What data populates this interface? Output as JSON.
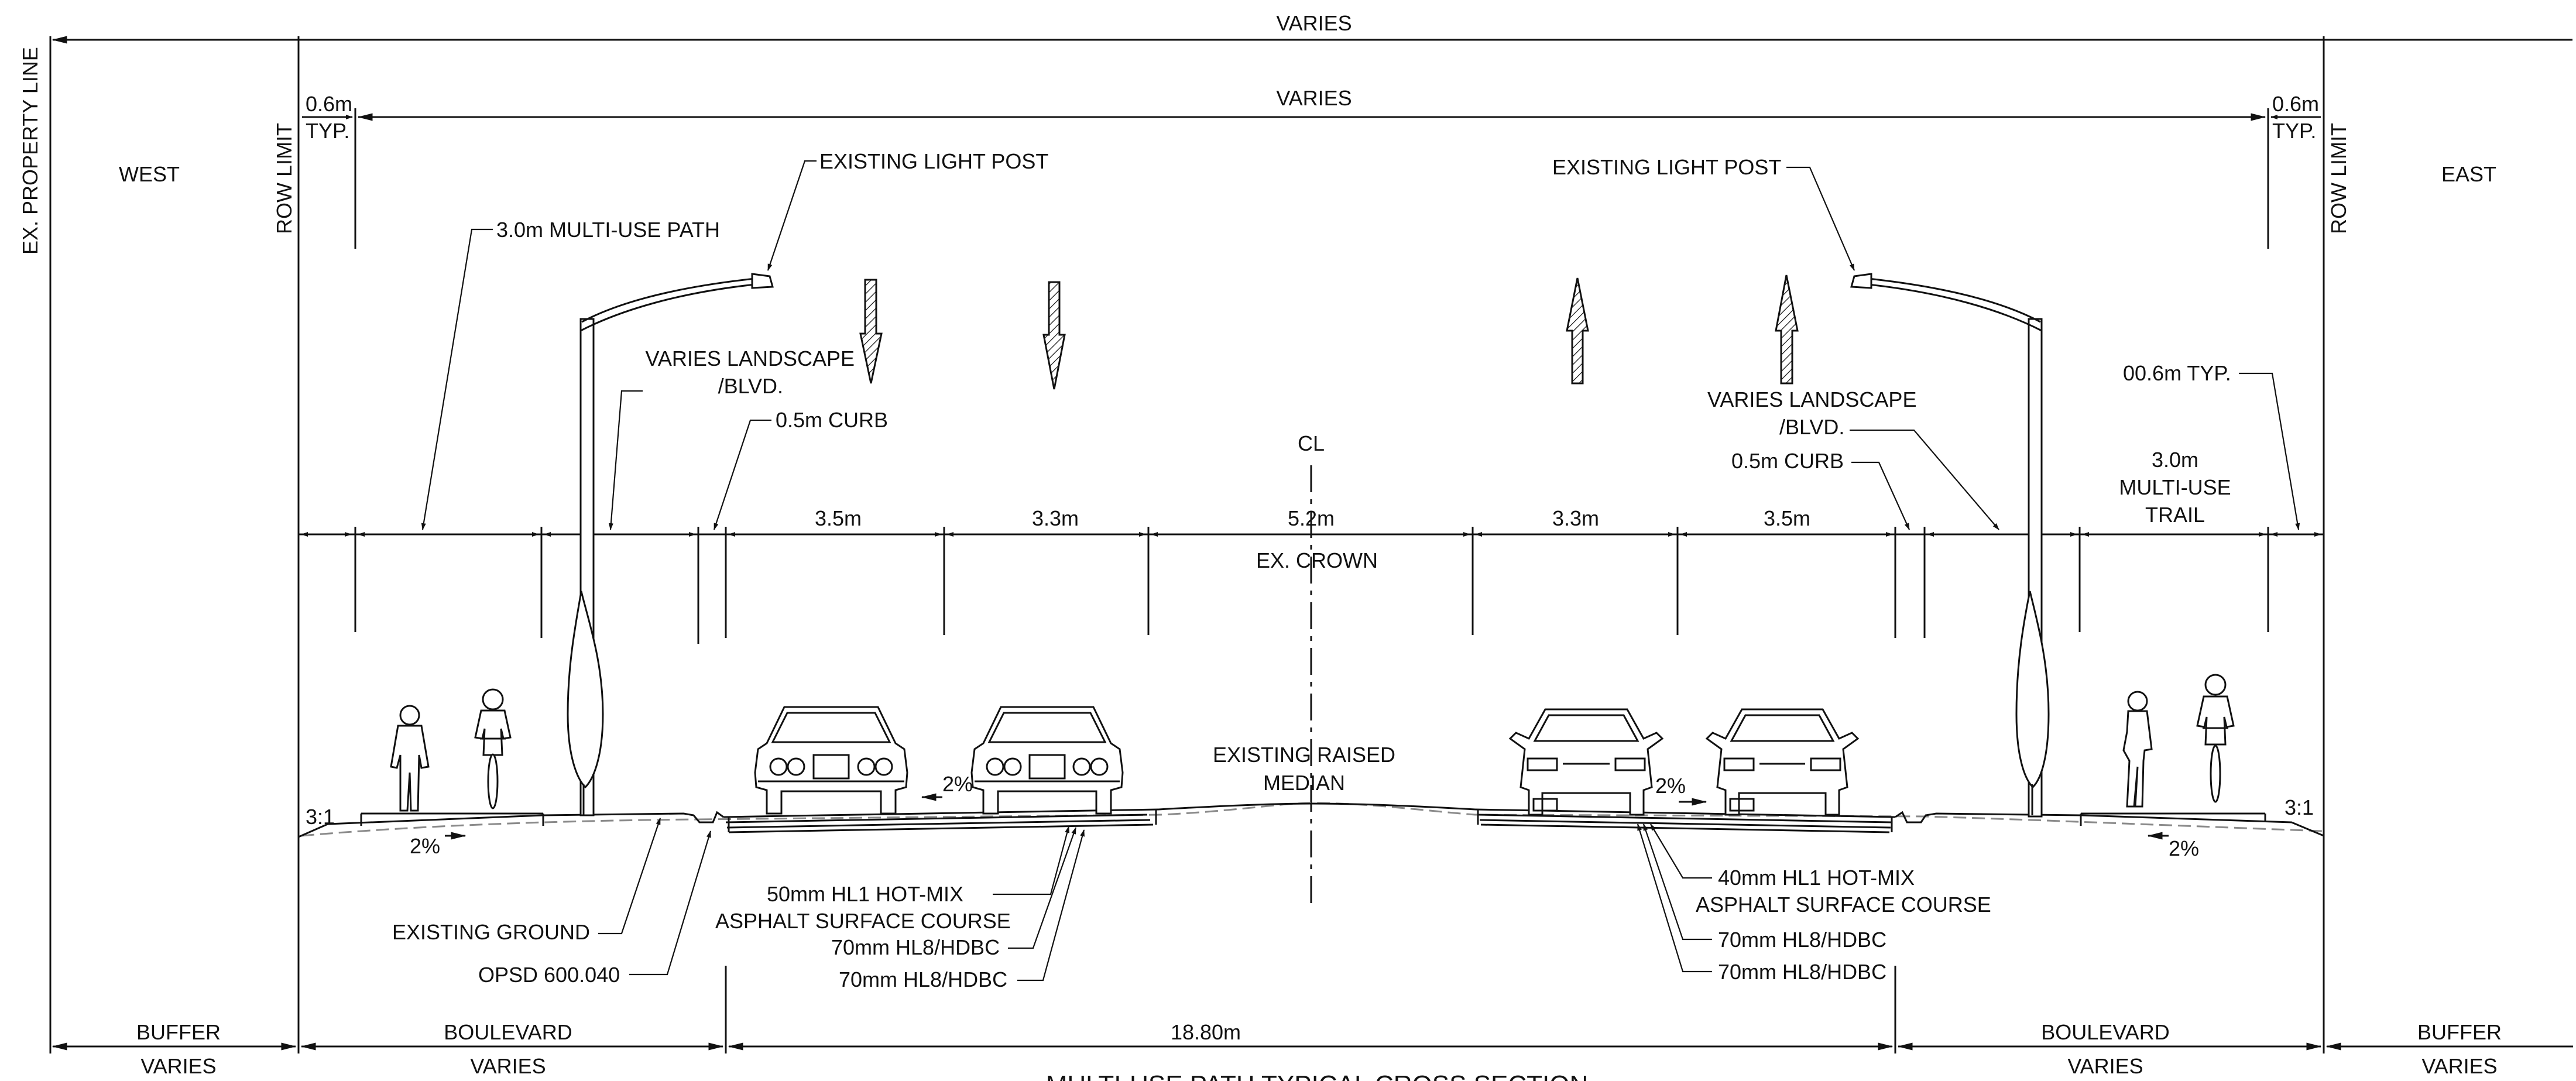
{
  "labels": {
    "top_varies": "VARIES",
    "inner_varies": "VARIES",
    "ex_property_line": "EX. PROPERTY LINE",
    "row_limit_left": "ROW LIMIT",
    "row_limit_right": "ROW LIMIT",
    "west": "WEST",
    "east": "EAST",
    "dim_06_left": "0.6m",
    "typ_left": "TYP.",
    "dim_06_right": "0.6m",
    "typ_right": "TYP.",
    "light_post_left": "EXISTING LIGHT POST",
    "light_post_right": "EXISTING LIGHT POST",
    "multi_use_path": "3.0m MULTI-USE PATH",
    "landscape_left_1": "VARIES LANDSCAPE",
    "landscape_left_2": "/BLVD.",
    "landscape_right_1": "VARIES LANDSCAPE",
    "landscape_right_2": "/BLVD.",
    "curb_left": "0.5m CURB",
    "curb_right": "0.5m CURB",
    "cl": "CL",
    "ex_crown": "EX. CROWN",
    "typ_006_right": "00.6m TYP.",
    "trail_1": "3.0m",
    "trail_2": "MULTI-USE",
    "trail_3": "TRAIL",
    "median_1": "EXISTING RAISED",
    "median_2": "MEDIAN",
    "slope_left": "3:1",
    "slope_right": "3:1",
    "existing_ground": "EXISTING GROUND",
    "opsd": "OPSD 600.040",
    "asphalt_left_1": "50mm HL1 HOT-MIX",
    "asphalt_left_2": "ASPHALT SURFACE COURSE",
    "asphalt_left_3": "70mm HL8/HDBC",
    "asphalt_left_4": "70mm HL8/HDBC",
    "asphalt_right_1": "40mm HL1 HOT-MIX",
    "asphalt_right_2": "ASPHALT SURFACE COURSE",
    "asphalt_right_3": "70mm HL8/HDBC",
    "asphalt_right_4": "70mm HL8/HDBC",
    "pct_path_left": "2%",
    "pct_lane_left": "2%",
    "pct_lane_right": "2%",
    "pct_path_right": "2%"
  },
  "lanes": {
    "lane_1": "3.5m",
    "lane_2": "3.3m",
    "median": "5.2m",
    "lane_3": "3.3m",
    "lane_4": "3.5m"
  },
  "bottom": {
    "buffer_left": "BUFFER",
    "buffer_left_varies": "VARIES",
    "boulevard_left": "BOULEVARD",
    "boulevard_left_varies": "VARIES",
    "roadway": "18.80m",
    "boulevard_right": "BOULEVARD",
    "boulevard_right_varies": "VARIES",
    "buffer_right": "BUFFER",
    "buffer_right_varies": "VARIES"
  },
  "title": "MULTI-USE PATH TYPICAL CROSS SECTION"
}
